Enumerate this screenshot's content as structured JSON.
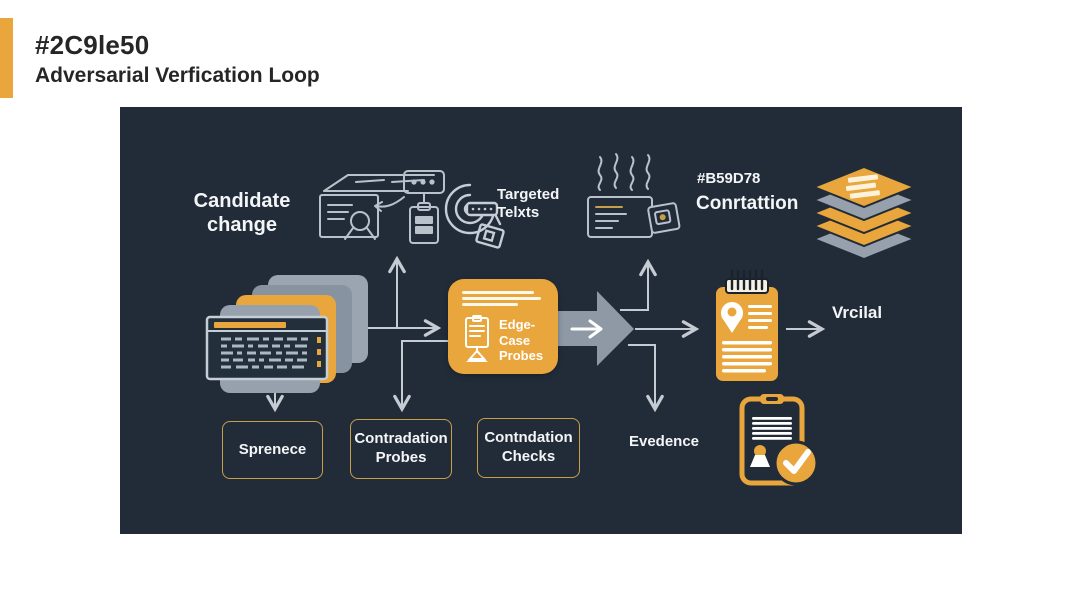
{
  "header": {
    "code": "#2C9le50",
    "title": "Adversarial Verfication Loop"
  },
  "diagram": {
    "candidate": {
      "line1": "Candidate",
      "line2": "change"
    },
    "targeted": {
      "line1": "Targeted",
      "line2": "Telxts"
    },
    "contration": {
      "code": "#B59D78",
      "label": "Conrtattion"
    },
    "edge_case": {
      "line1": "Edge-Case",
      "line2": "Probes"
    },
    "verdict": "Vrcilal",
    "evidence": "Evedence",
    "boxes": [
      {
        "line1": "Sprenece",
        "line2": ""
      },
      {
        "line1": "Contradation",
        "line2": "Probes"
      },
      {
        "line1": "Contndation",
        "line2": "Checks"
      }
    ]
  },
  "icons": {
    "inspection": "package-inspection-icon",
    "target": "targeted-texts-icon",
    "steam": "steaming-report-icon",
    "layers": "stacked-layers-icon",
    "card_stack": "card-stack-icon",
    "probe_clipboard": "clipboard-easel-icon",
    "flow_arrow": "flow-arrow-icon",
    "notepad": "notepad-pin-icon",
    "badge": "verified-badge-icon"
  },
  "colors": {
    "accent": "#E9A63C",
    "panel_bg": "#222C39",
    "card_gray": "#96A1AD",
    "arrow_gray": "#8E99A5",
    "box_border": "#C79E4A",
    "line": "#C5CBD3",
    "title_text": "#262626",
    "node_text": "#F3F5F7"
  }
}
